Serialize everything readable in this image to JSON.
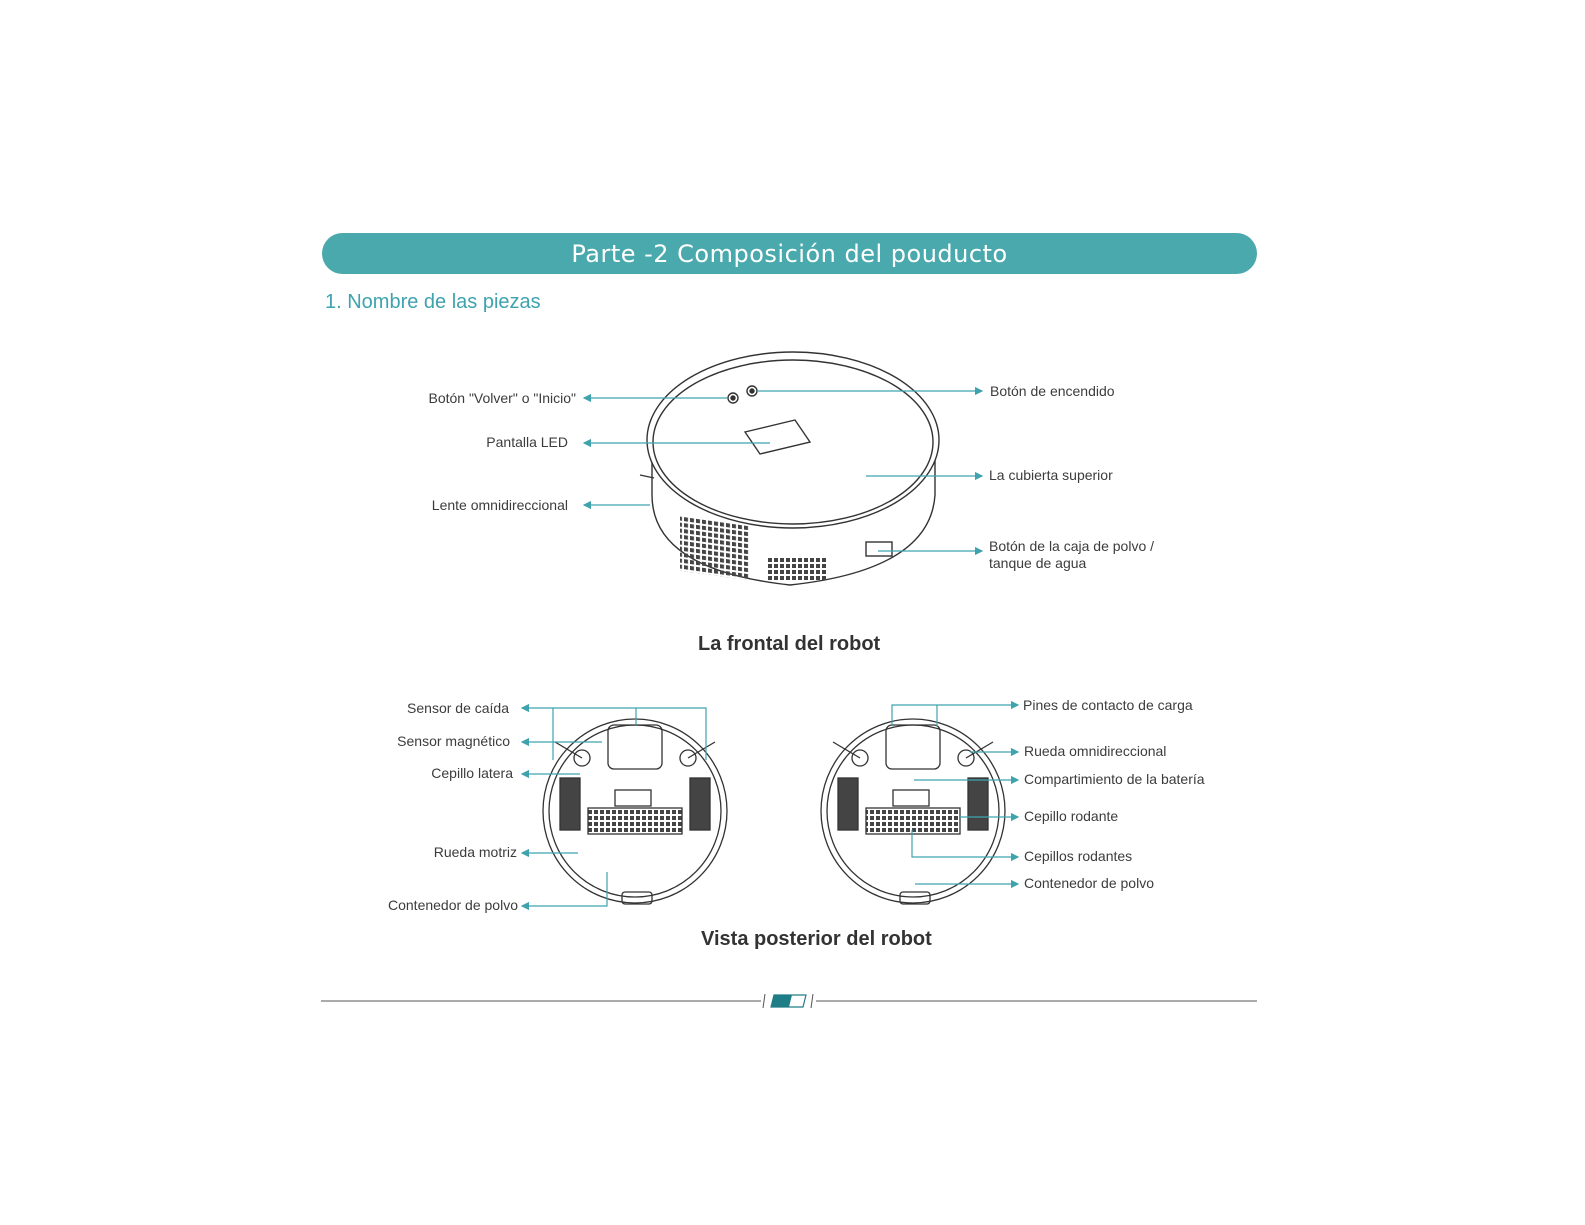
{
  "header": {
    "title": "Parte -2 Composición del pouducto"
  },
  "section": {
    "title": "1. Nombre de las piezas"
  },
  "front": {
    "caption": "La frontal del robot",
    "labels": {
      "home_button": "Botón \"Volver\" o \"Inicio\"",
      "led_screen": "Pantalla LED",
      "omni_lens": "Lente omnidireccional",
      "power_button": "Botón de encendido",
      "top_cover": "La cubierta superior",
      "dust_button_line1": "Botón de la caja de polvo /",
      "dust_button_line2": "tanque de agua"
    }
  },
  "back": {
    "caption": "Vista posterior del robot",
    "left_labels": {
      "cliff_sensor": "Sensor de caída",
      "magnetic_sensor": "Sensor magnético",
      "side_brush": "Cepillo latera",
      "drive_wheel": "Rueda motriz",
      "dust_bin": "Contenedor de polvo"
    },
    "right_labels": {
      "charge_pins": "Pines de contacto de carga",
      "omni_wheel": "Rueda omnidireccional",
      "battery": "Compartimiento de la batería",
      "roller_brush": "Cepillo rodante",
      "roller_brushes": "Cepillos rodantes",
      "dust_bin": "Contenedor de polvo"
    }
  },
  "colors": {
    "accent": "#4aa9ad",
    "callout": "#3ea3ad"
  }
}
